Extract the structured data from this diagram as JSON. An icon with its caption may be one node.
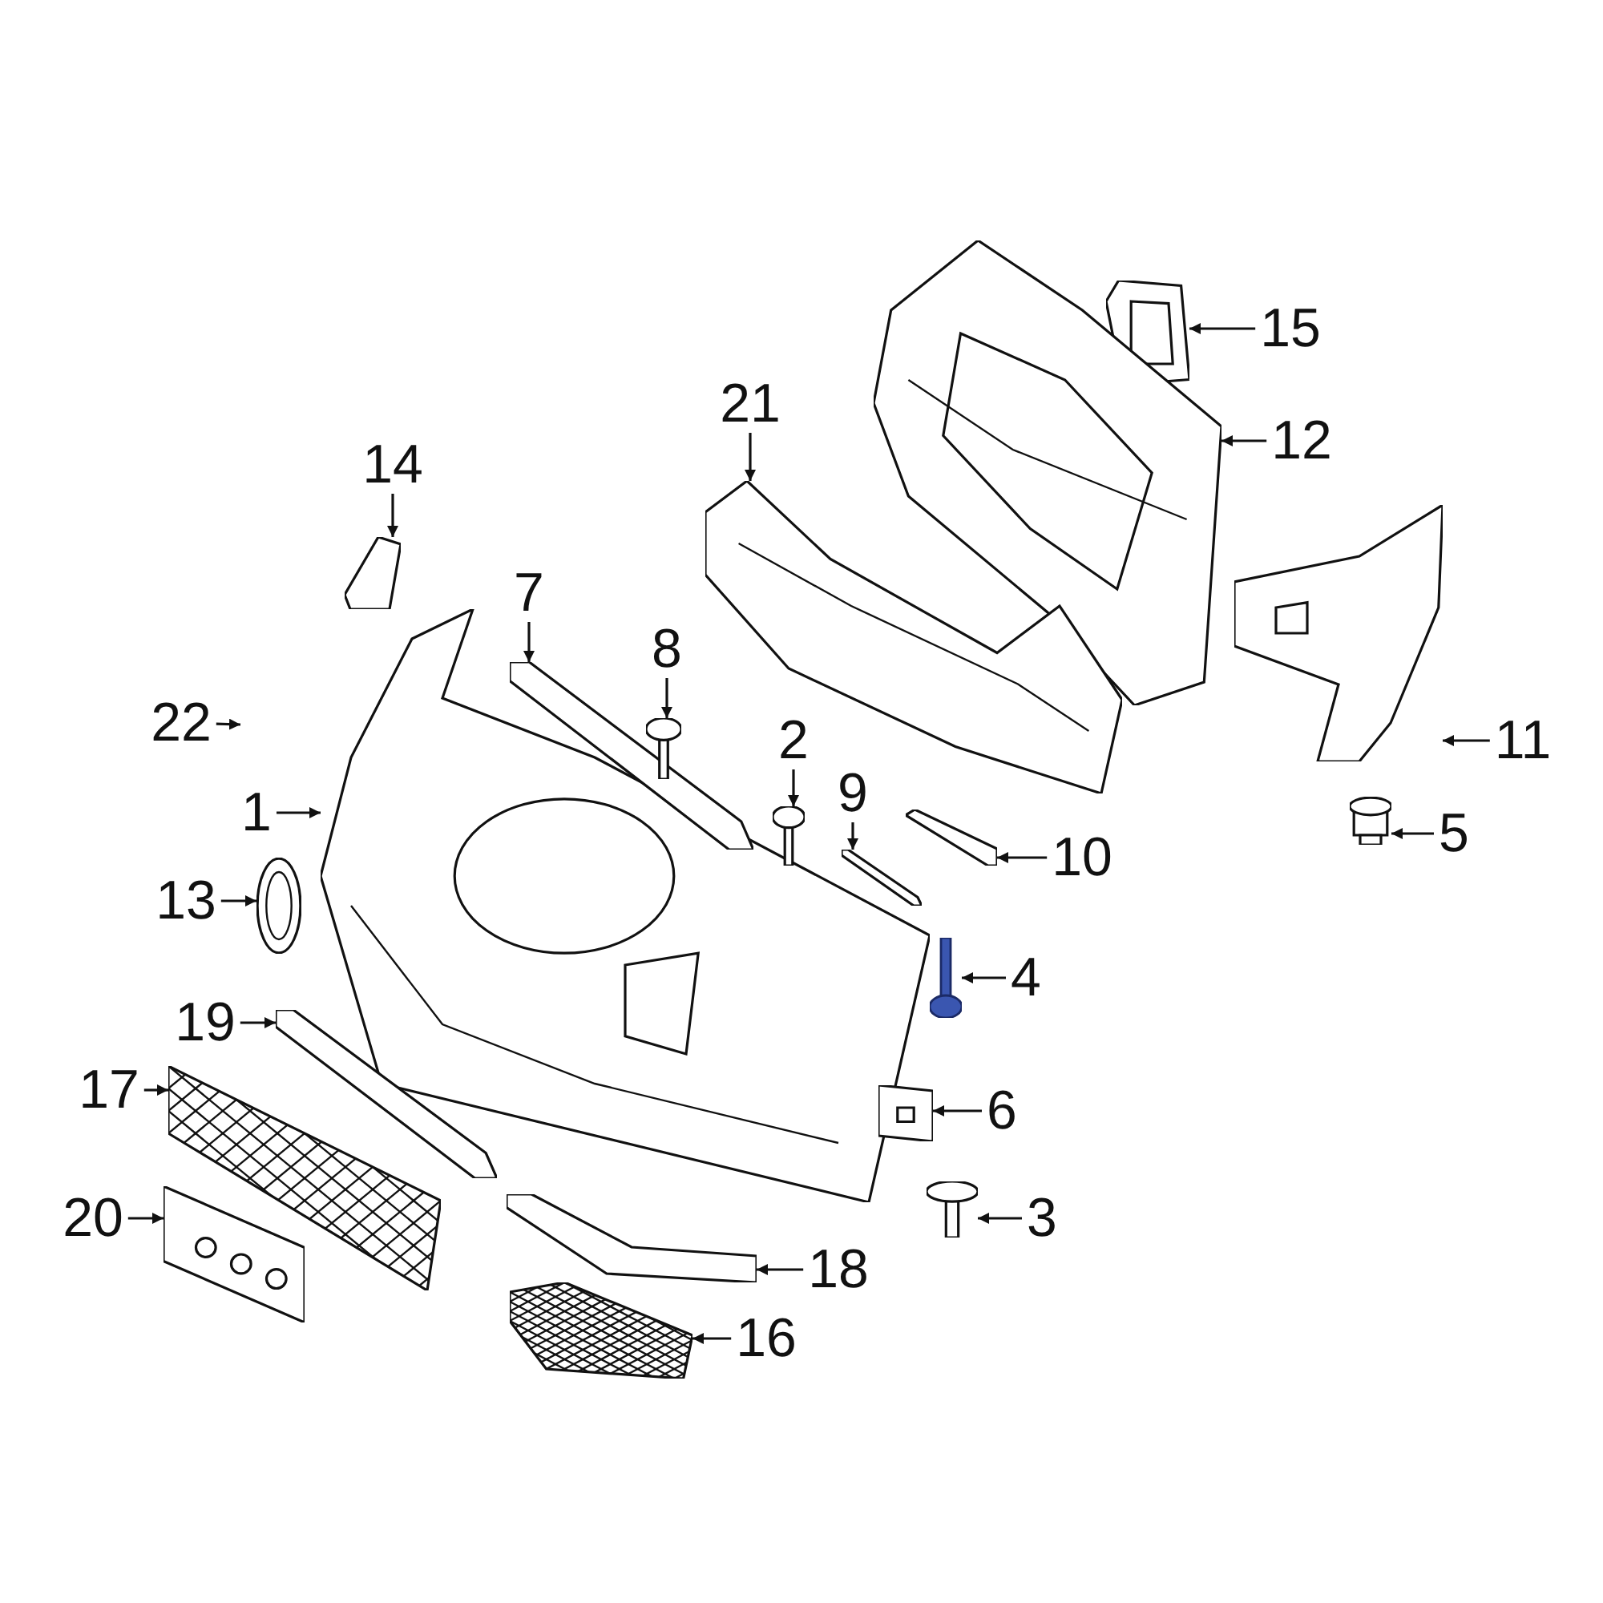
{
  "diagram": {
    "nodes": [
      {
        "text": [
          "15"
        ]
      },
      {
        "text": [
          "12"
        ]
      },
      {
        "text": [
          "21"
        ]
      },
      {
        "text": [
          "14"
        ]
      },
      {
        "text": [
          "7"
        ]
      },
      {
        "text": [
          "8"
        ]
      },
      {
        "text": [
          "22"
        ]
      },
      {
        "text": [
          "2"
        ]
      },
      {
        "text": [
          "9"
        ]
      },
      {
        "text": [
          "11"
        ]
      },
      {
        "text": [
          "1"
        ]
      },
      {
        "text": [
          "10"
        ]
      },
      {
        "text": [
          "5"
        ]
      },
      {
        "text": [
          "13"
        ]
      },
      {
        "text": [
          "4"
        ]
      },
      {
        "text": [
          "19"
        ]
      },
      {
        "text": [
          "17"
        ]
      },
      {
        "text": [
          "6"
        ]
      },
      {
        "text": [
          "20"
        ]
      },
      {
        "text": [
          "3"
        ]
      },
      {
        "text": [
          "18"
        ]
      },
      {
        "text": [
          "16"
        ]
      },
      {
        "text": [],
        "shape": "picture"
      },
      {
        "text": [],
        "shape": "picture"
      },
      {
        "text": [],
        "shape": "picture"
      },
      {
        "text": [],
        "shape": "picture"
      },
      {
        "text": [],
        "shape": "picture"
      },
      {
        "text": [],
        "shape": "picture"
      },
      {
        "text": [],
        "shape": "picture"
      },
      {
        "text": [],
        "shape": "picture"
      },
      {
        "text": [],
        "shape": "picture"
      },
      {
        "text": [],
        "shape": "picture"
      },
      {
        "text": [],
        "shape": "picture"
      },
      {
        "text": [],
        "shape": "picture"
      },
      {
        "text": [],
        "shape": "picture"
      },
      {
        "text": [],
        "shape": "picture"
      },
      {
        "text": [],
        "shape": "picture"
      },
      {
        "text": [],
        "shape": "picture"
      },
      {
        "text": [],
        "shape": "picture"
      },
      {
        "text": [],
        "shape": "picture"
      },
      {
        "text": [],
        "shape": "picture"
      },
      {
        "text": [],
        "shape": "picture"
      },
      {
        "text": [],
        "shape": "picture"
      }
    ],
    "edges": [
      {
        "from": 0,
        "to": 22,
        "arrow": "to"
      },
      {
        "from": 1,
        "to": 23,
        "arrow": "to"
      },
      {
        "from": 2,
        "to": 24,
        "arrow": "to"
      },
      {
        "from": 3,
        "to": 25,
        "arrow": "to"
      },
      {
        "from": 4,
        "to": 26,
        "arrow": "to"
      },
      {
        "from": 5,
        "to": 27,
        "arrow": "to"
      },
      {
        "from": 6,
        "to": null,
        "arrow": "to"
      },
      {
        "from": 7,
        "to": 28,
        "arrow": "to"
      },
      {
        "from": 8,
        "to": 29,
        "arrow": "to"
      },
      {
        "from": 9,
        "to": 30,
        "arrow": "to"
      },
      {
        "from": 10,
        "to": 31,
        "arrow": "to"
      },
      {
        "from": 11,
        "to": 32,
        "arrow": "to"
      },
      {
        "from": 12,
        "to": 33,
        "arrow": "to"
      },
      {
        "from": 13,
        "to": 34,
        "arrow": "to"
      },
      {
        "from": 14,
        "to": 35,
        "arrow": "to"
      },
      {
        "from": 15,
        "to": 36,
        "arrow": "to"
      },
      {
        "from": 16,
        "to": 37,
        "arrow": "to"
      },
      {
        "from": 17,
        "to": 38,
        "arrow": "to"
      },
      {
        "from": 18,
        "to": 39,
        "arrow": "to"
      },
      {
        "from": 19,
        "to": 40,
        "arrow": "to"
      },
      {
        "from": 20,
        "to": 41,
        "arrow": "to"
      },
      {
        "from": 21,
        "to": 42,
        "arrow": "to"
      }
    ]
  }
}
